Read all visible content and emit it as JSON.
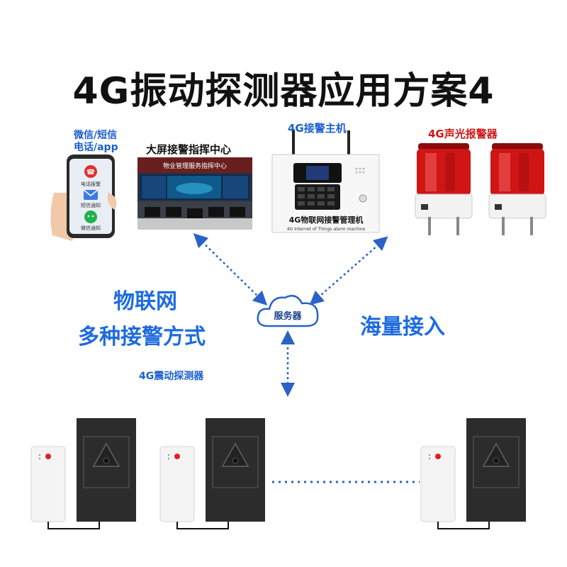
{
  "title": "4G振动探测器应用方案4",
  "phone": {
    "label_line1": "微信/短信",
    "label_line2": "电话/app",
    "items": [
      "电话报警",
      "短信通知",
      "微信通知"
    ]
  },
  "command_center": {
    "label": "大屏接警指挥中心",
    "screen_text": "物业管理服务指挥中心"
  },
  "host": {
    "label": "4G接警主机",
    "name": "4G物联网接警管理机",
    "name_en": "4G Internet of Things alarm machine"
  },
  "alarm_light": {
    "label": "4G声光报警器"
  },
  "server": {
    "label": "服务器"
  },
  "left_text": {
    "line1": "物联网",
    "line2": "多种接警方式"
  },
  "right_text": "海量接入",
  "detector": {
    "label": "4G震动探测器",
    "count_shown": 3
  },
  "colors": {
    "accent_blue": "#1a5fd0",
    "dot_blue": "#2a62c8",
    "alarm_red": "#d01515"
  }
}
